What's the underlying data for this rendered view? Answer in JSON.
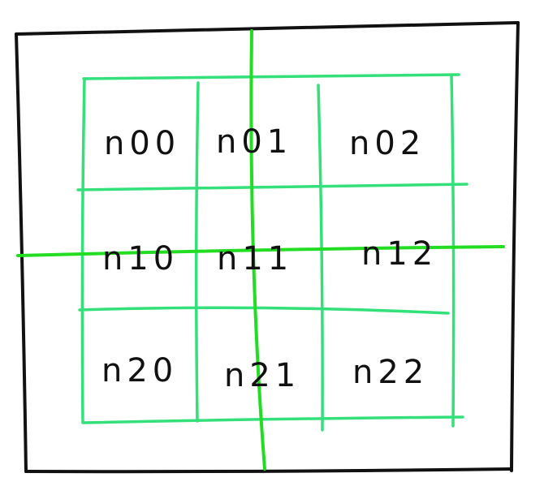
{
  "colors": {
    "frame": "#111111",
    "grid": "#33e07a",
    "axes": "#22dd22",
    "text": "#111111"
  },
  "cells": [
    {
      "label": "n00"
    },
    {
      "label": "n01"
    },
    {
      "label": "n02"
    },
    {
      "label": "n10"
    },
    {
      "label": "n11"
    },
    {
      "label": "n12"
    },
    {
      "label": "n20"
    },
    {
      "label": "n21"
    },
    {
      "label": "n22"
    }
  ]
}
